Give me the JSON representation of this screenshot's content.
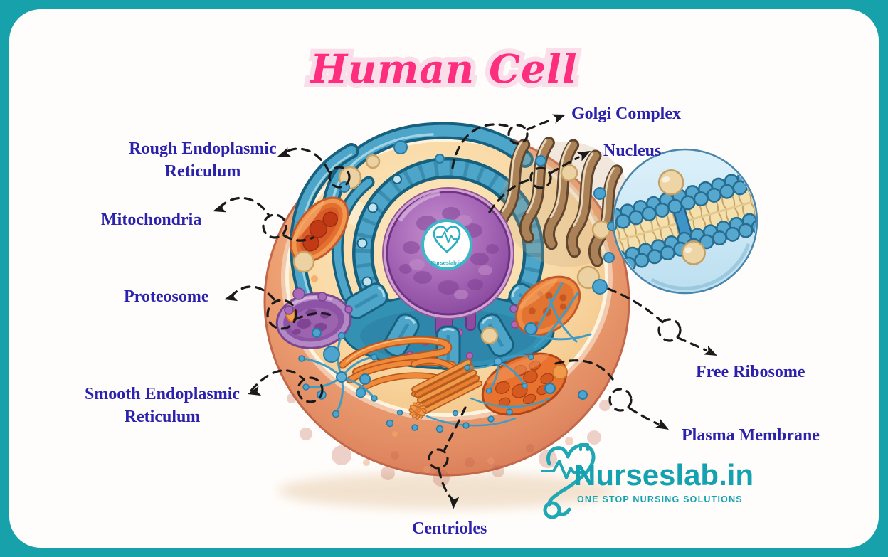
{
  "title": "Human Cell",
  "labels": {
    "rough_er": "Rough Endoplasmic Reticulum",
    "mitochondria": "Mitochondria",
    "proteosome": "Proteosome",
    "smooth_er": "Smooth Endoplasmic Reticulum",
    "golgi": "Golgi Complex",
    "nucleus": "Nucleus",
    "free_ribosome": "Free Ribosome",
    "plasma_membrane": "Plasma Membrane",
    "centrioles": "Centrioles"
  },
  "watermark": {
    "text": "Nurseslab.in"
  },
  "logo": {
    "name": "Nurseslab.in",
    "tagline": "ONE STOP NURSING SOLUTIONS"
  },
  "colors": {
    "frame_teal": "#17a1ab",
    "label_text": "#2a21ad",
    "title_pink": "#fd2e7d",
    "title_halo": "#fadee9",
    "logo_teal": "#14a2b0",
    "arrow_black": "#1a1a1a",
    "cell_rim": "#e18a62",
    "cytoplasm": "#f9d9a5",
    "nucleus_purple": "#a565b5",
    "er_teal": "#4da5c9",
    "golgi_brown": "#ab8257",
    "mito_orange": "#e4702f"
  }
}
